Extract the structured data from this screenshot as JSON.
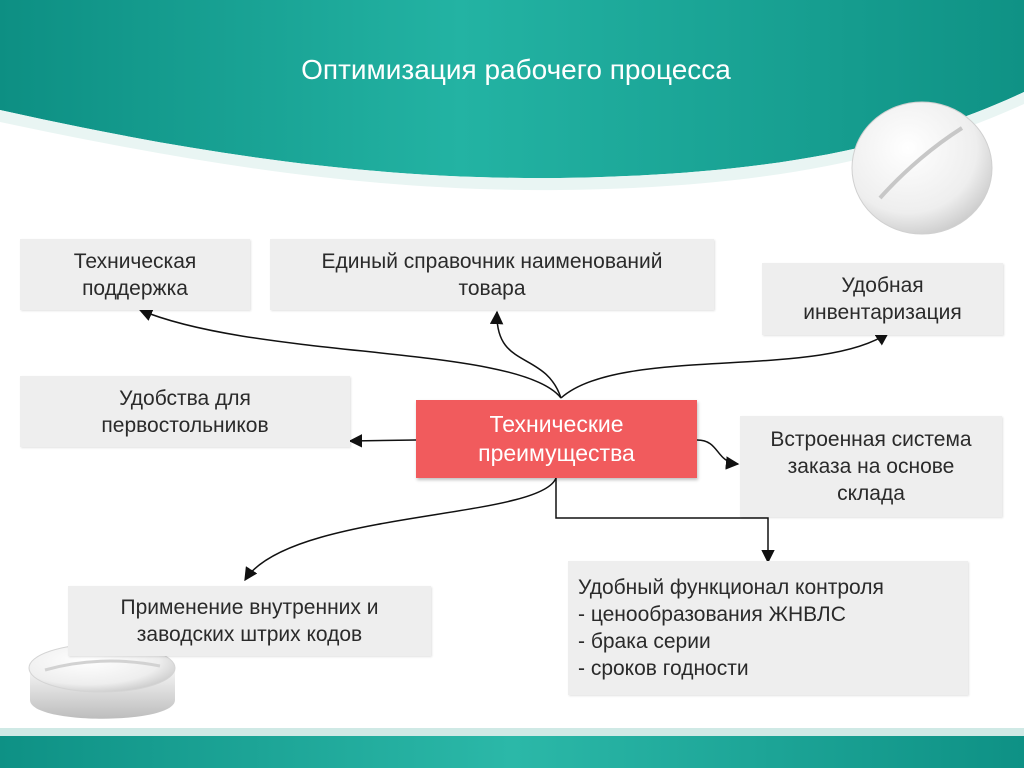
{
  "slide": {
    "title": "Оптимизация рабочего процесса"
  },
  "center": {
    "label": "Технические\nпреимущества"
  },
  "boxes": {
    "tech_support": "Техническая\nподдержка",
    "catalog": "Единый справочник наименований\nтовара",
    "inventory": "Удобная\nинвентаризация",
    "first_table": "Удобства для\nпервостольников",
    "ordering": "Встроенная система\nзаказа на основе\nсклада",
    "barcodes": "Применение внутренних и\nзаводских штрих кодов",
    "control": "Удобный функционал контроля\n- ценообразования ЖНВЛС\n- брака серии\n- сроков годности"
  },
  "colors": {
    "teal": "#1aa99a",
    "teal_dark": "#0f8c80",
    "center_red": "#f15b5d",
    "box_gray": "#eeeeee",
    "footer_teal": "#1aa99a"
  }
}
